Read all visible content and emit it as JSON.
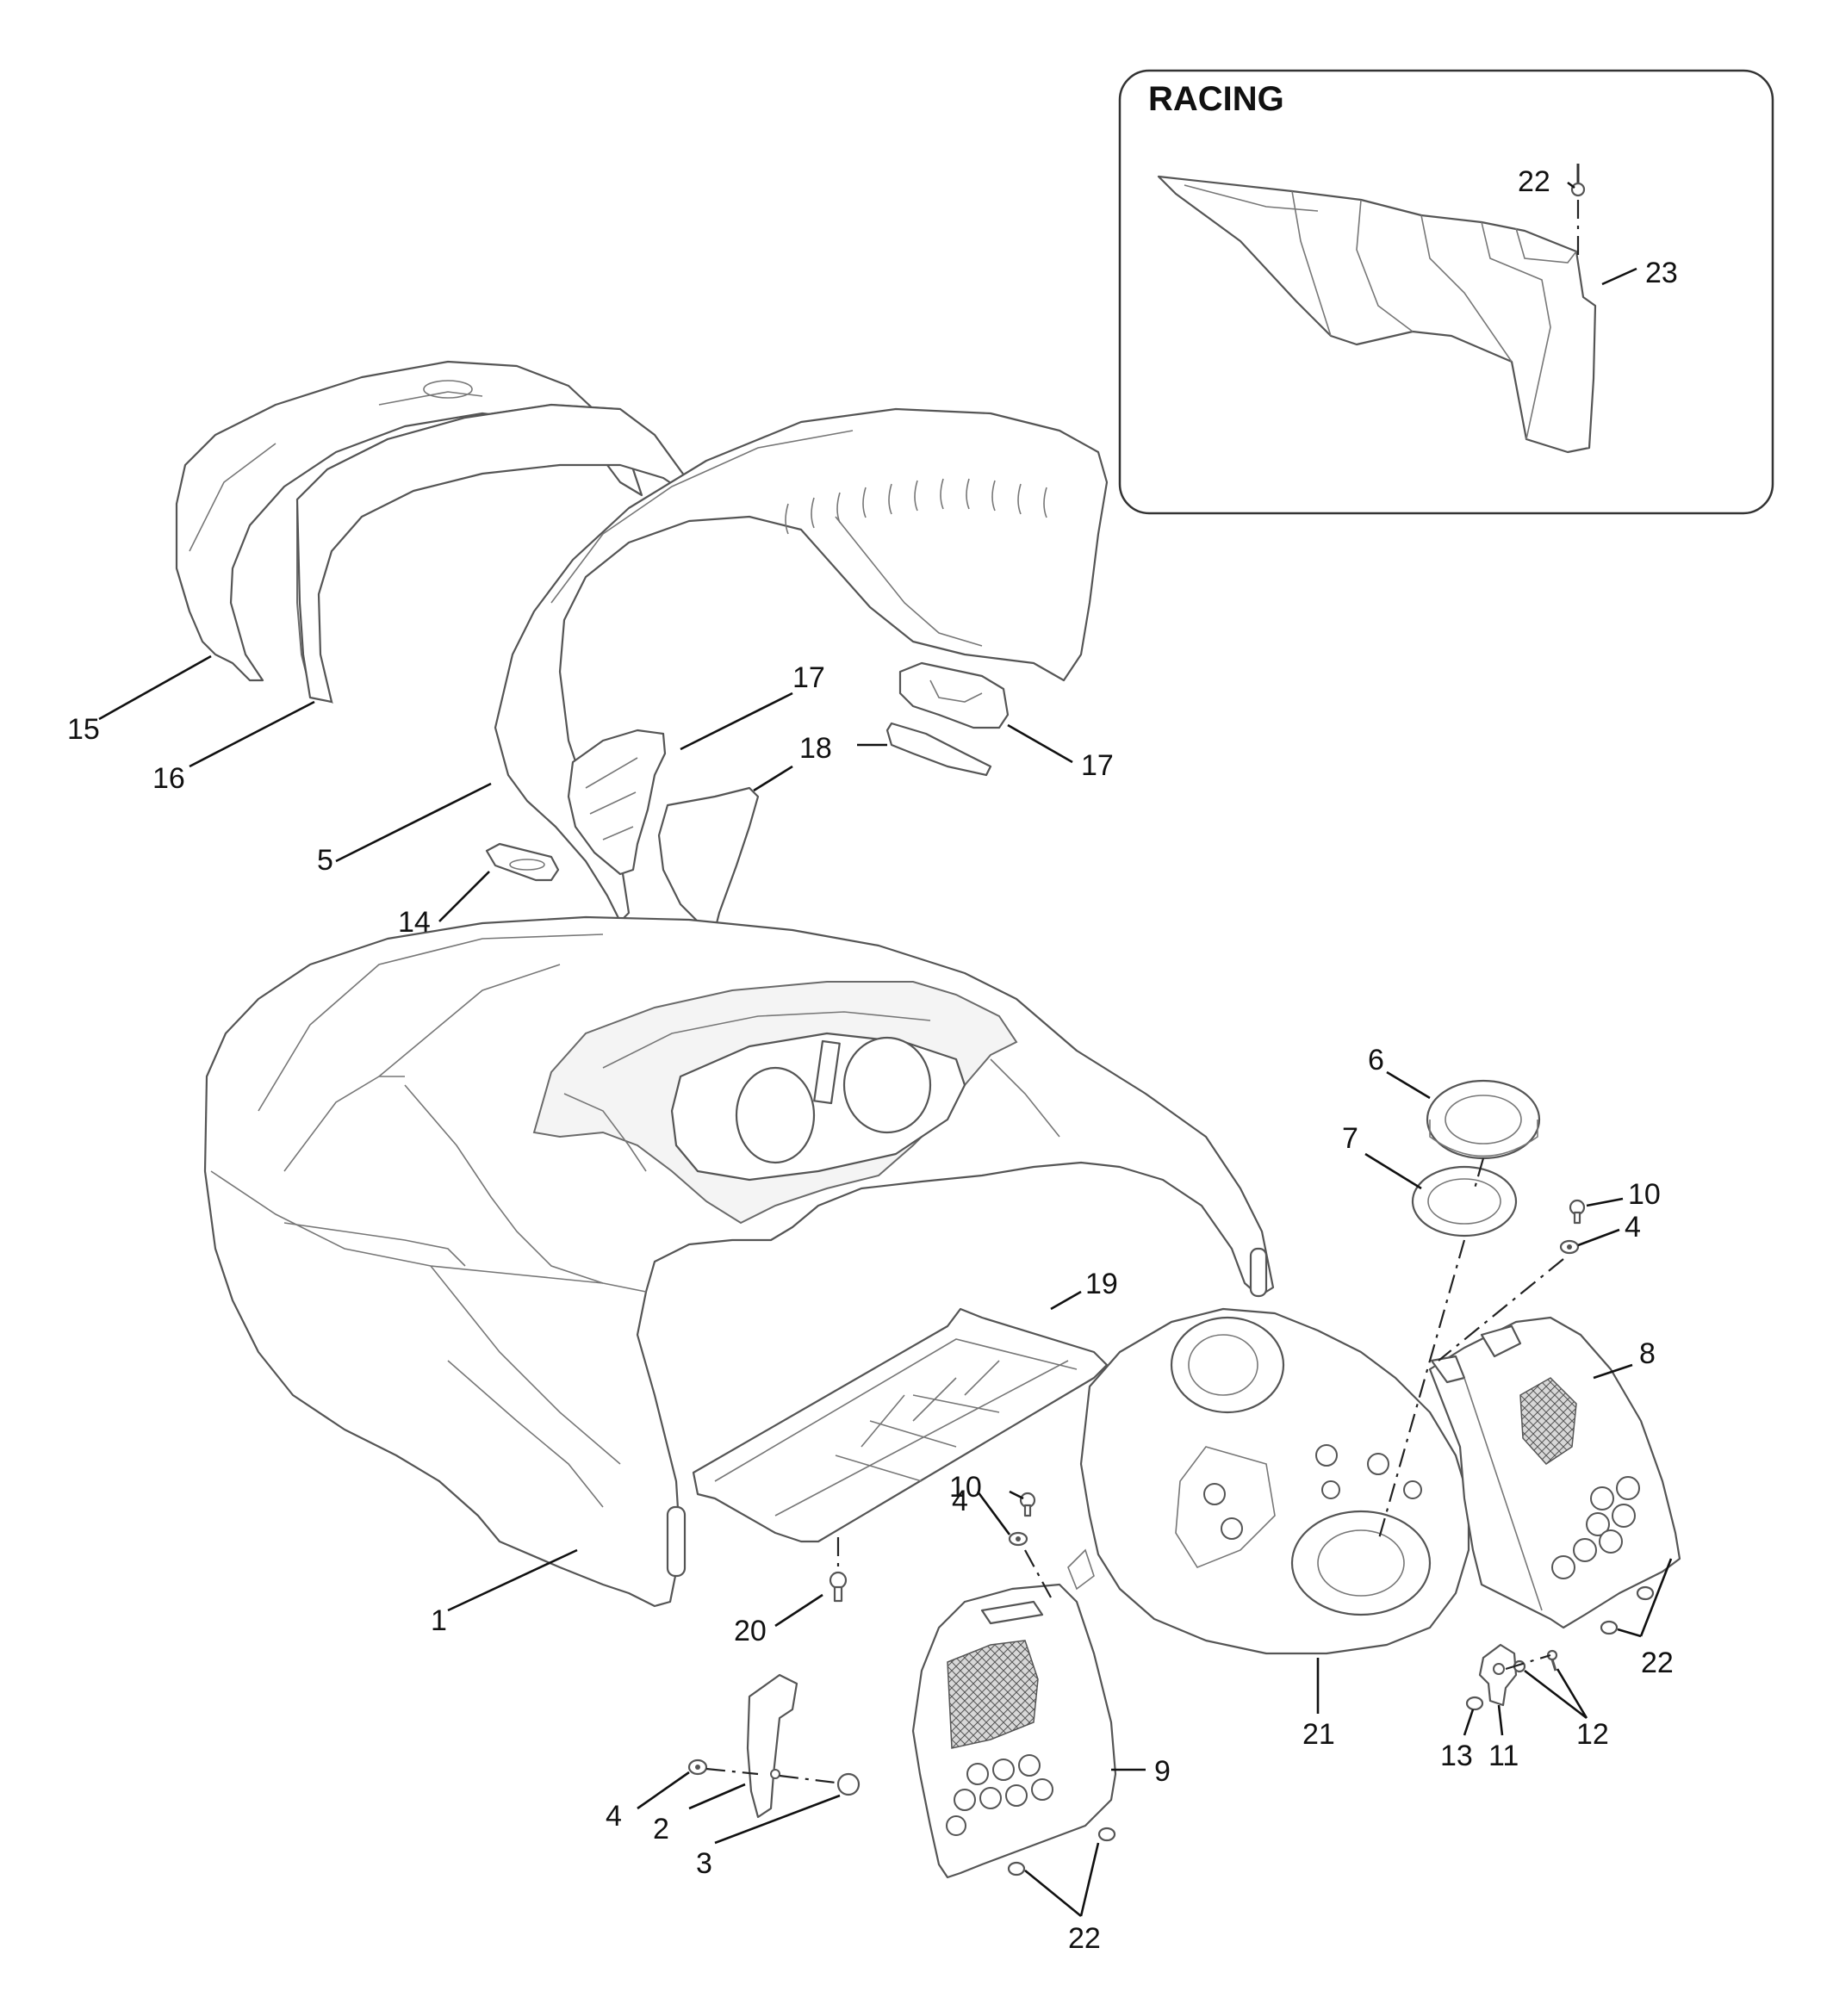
{
  "inset": {
    "title": "RACING",
    "callouts": [
      "22",
      "23"
    ]
  },
  "callouts": {
    "c1": "1",
    "c2": "2",
    "c3": "3",
    "c4a": "4",
    "c4b": "4",
    "c4c": "4",
    "c5": "5",
    "c6": "6",
    "c7": "7",
    "c8": "8",
    "c9": "9",
    "c10a": "10",
    "c10b": "10",
    "c11": "11",
    "c12": "12",
    "c13": "13",
    "c14": "14",
    "c15": "15",
    "c16": "16",
    "c17a": "17",
    "c17b": "17",
    "c18": "18",
    "c19": "19",
    "c20": "20",
    "c21": "21",
    "c22a": "22",
    "c22b": "22"
  }
}
